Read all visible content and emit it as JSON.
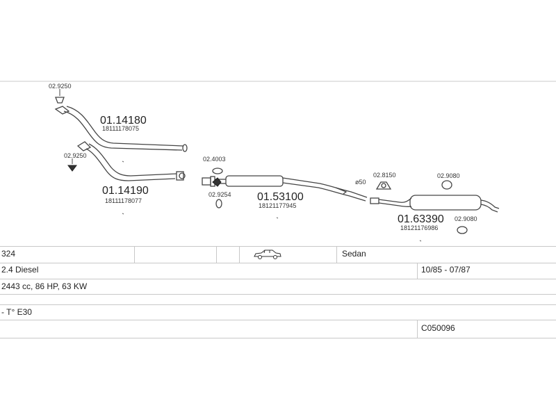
{
  "parts": {
    "p1": {
      "code": "01.14180",
      "oem": "18111178075"
    },
    "p2": {
      "code": "01.14190",
      "oem": "18111178077"
    },
    "p3": {
      "code": "01.53100",
      "oem": "18121177945"
    },
    "p4": {
      "code": "01.63390",
      "oem": "18121176986"
    }
  },
  "fittings": {
    "f1": "02.9250",
    "f2": "02.9250",
    "f3": "02.4003",
    "f4": "02.9254",
    "f5": "02.8150",
    "f6": "02.9080",
    "f7": "02.9080",
    "dia": "ø50"
  },
  "vehicle": {
    "model": "324",
    "body": "Sedan",
    "engine": "2.4 Diesel",
    "period": "10/85 - 07/87",
    "specs": "2443 cc, 86 HP, 63 KW",
    "type": "- T° E30",
    "code": "C050096",
    "icon": "sedan-car-icon"
  }
}
